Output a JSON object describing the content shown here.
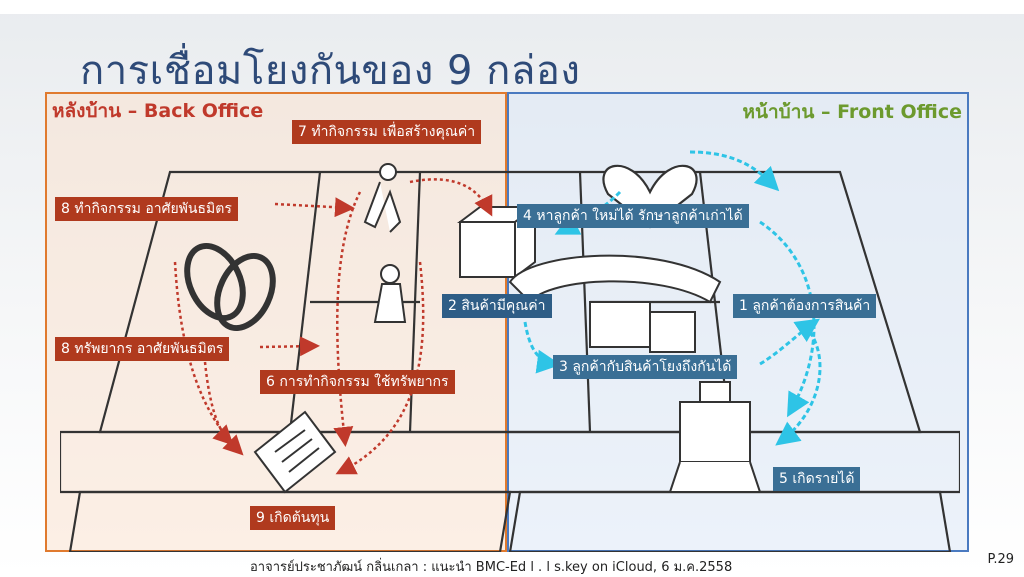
{
  "slide": {
    "title": "การเชื่อมโยงกันของ 9 กล่อง",
    "back_office_label": "หลังบ้าน – Back Office",
    "front_office_label": "หน้าบ้าน – Front Office",
    "footer": "อาจารย์ประชาภัฒน์ กลิ่นเกลา : แนะนำ BMC-Ed l . l s.key on iCloud, 6 ม.ค.2558",
    "page_number": "P.29"
  },
  "tags": {
    "key_activities": "7 ทำกิจกรรม เพื่อสร้างคุณค่า",
    "key_partners_activities": "8 ทำกิจกรรม อาศัยพันธมิตร",
    "key_partners_resources": "8 ทรัพยากร อาศัยพันธมิตร",
    "key_resources": "6 การทำกิจกรรม ใช้ทรัพยากร",
    "cost_structure": "9 เกิดต้นทุน",
    "customer_relationships": "4 หาลูกค้า ใหม่ได้  รักษาลูกค้าเก่าได้",
    "value_proposition": "2 สินค้ามีคุณค่า",
    "customer_segments": "1 ลูกค้าต้องการสินค้า",
    "channels": "3 ลูกค้ากับสินค้าโยงถึงกันได้",
    "revenue_streams": "5 เกิดรายได้"
  },
  "colors": {
    "back_office": "#e07a2e",
    "front_office": "#4a7ac0",
    "title": "#2e4a78",
    "red_tag": "#b03a1e",
    "blue_tag": "#3a6f95",
    "cyan_arrow": "#2ec4e6",
    "red_arrow": "#c0392b"
  }
}
